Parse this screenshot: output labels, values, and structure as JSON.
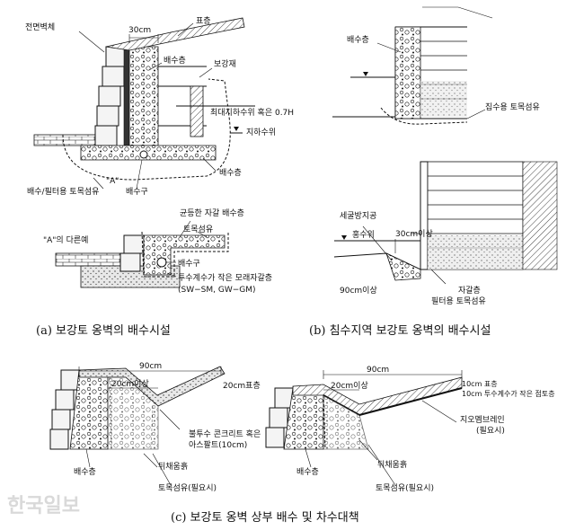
{
  "panel_a": {
    "label_facing": "전면벽체",
    "label_30cm": "30cm",
    "label_surface": "표층",
    "label_drain_layer": "배수층",
    "label_reinforcement": "보강재",
    "label_max_water": "최대지하수위 혹은 0.7H",
    "label_groundwater": "지하수위",
    "label_drain_layer2": "배수층",
    "label_A": "\"A\"",
    "label_geotextile": "배수/필터용 토목섬유",
    "label_drain_pipe": "배수구",
    "label_other": "\"A\"의 다른예",
    "label_uniform_gravel": "균등한 자갈 배수층",
    "label_geotextile2": "토목섬유",
    "label_drain_pipe2": "배수구",
    "label_low_perm": "투수계수가 작은 모래자갈층",
    "label_soil_types": "(SW−SM, GW−GM)",
    "caption": "(a) 보강토 옹벽의 배수시설"
  },
  "panel_b": {
    "label_drain_layer": "배수층",
    "label_collect_geotextile": "집수용 토목섬유",
    "label_scour": "세굴방지공",
    "label_flood": "홍수위",
    "label_30cm": "30cm이상",
    "label_90cm": "90cm이상",
    "label_gravel": "자갈층",
    "label_filter": "필터용 토목섬유",
    "caption": "(b) 침수지역 보강토 옹벽의 배수시설"
  },
  "panel_c": {
    "left": {
      "label_90cm": "90cm",
      "label_20cm": "20cm이상",
      "label_surface": "20cm표층",
      "label_concrete": "불투수 콘크리트 혹은",
      "label_asphalt": "아스팔트(10cm)",
      "label_drain": "배수층",
      "label_backfill": "뒤채움흙",
      "label_geotextile": "토목섬유(필요시)"
    },
    "right": {
      "label_90cm": "90cm",
      "label_20cm": "20cm이상",
      "label_surface": "10cm 표층",
      "label_clay": "10cm 투수계수가 작은 점토층",
      "label_membrane": "지오멤브레인",
      "label_optional": "(필요시)",
      "label_drain": "배수층",
      "label_backfill": "뒤채움흙",
      "label_geotextile": "토목섬유(필요시)"
    },
    "caption": "(c) 보강토 옹벽 상부 배수 및 차수대책"
  },
  "watermark": "한국일보"
}
